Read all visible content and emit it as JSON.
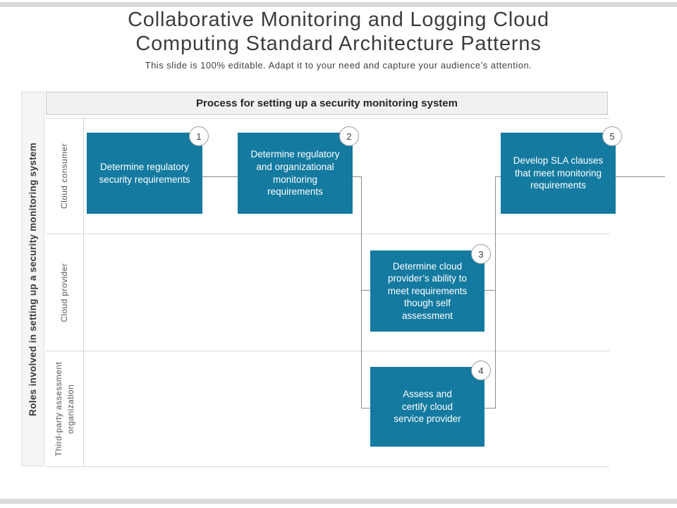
{
  "page": {
    "title": "Collaborative Monitoring and Logging Cloud Computing Standard Architecture Patterns",
    "subtitle": "This slide is 100% editable. Adapt it to your need and capture your audience’s attention."
  },
  "diagram": {
    "row_axis_label": "Roles involved in setting up a security monitoring system",
    "header": "Process for setting up a security monitoring system",
    "lanes": [
      {
        "label": "Cloud consumer"
      },
      {
        "label": "Cloud provider"
      },
      {
        "label": "Third-party assessment organization"
      }
    ],
    "steps": [
      {
        "num": "1",
        "lane": "Cloud consumer",
        "text": "Determine regulatory security requirements"
      },
      {
        "num": "2",
        "lane": "Cloud consumer",
        "text": "Determine regulatory and organizational monitoring requirements"
      },
      {
        "num": "3",
        "lane": "Cloud provider",
        "text": "Determine cloud provider’s ability to meet requirements though self assessment"
      },
      {
        "num": "4",
        "lane": "Third-party assessment organization",
        "text": "Assess and certify cloud service provider"
      },
      {
        "num": "5",
        "lane": "Cloud consumer",
        "text": "Develop SLA clauses that meet monitoring requirements"
      }
    ]
  },
  "colors": {
    "accent_teal": "#147AA0",
    "connector_gray": "#8C8C8C",
    "lane_line_gray": "#D8D8D8",
    "band_bg": "#F1F1F1",
    "strip_bg": "#F5F5F5",
    "page_bar_gray": "#D9D9D9"
  }
}
